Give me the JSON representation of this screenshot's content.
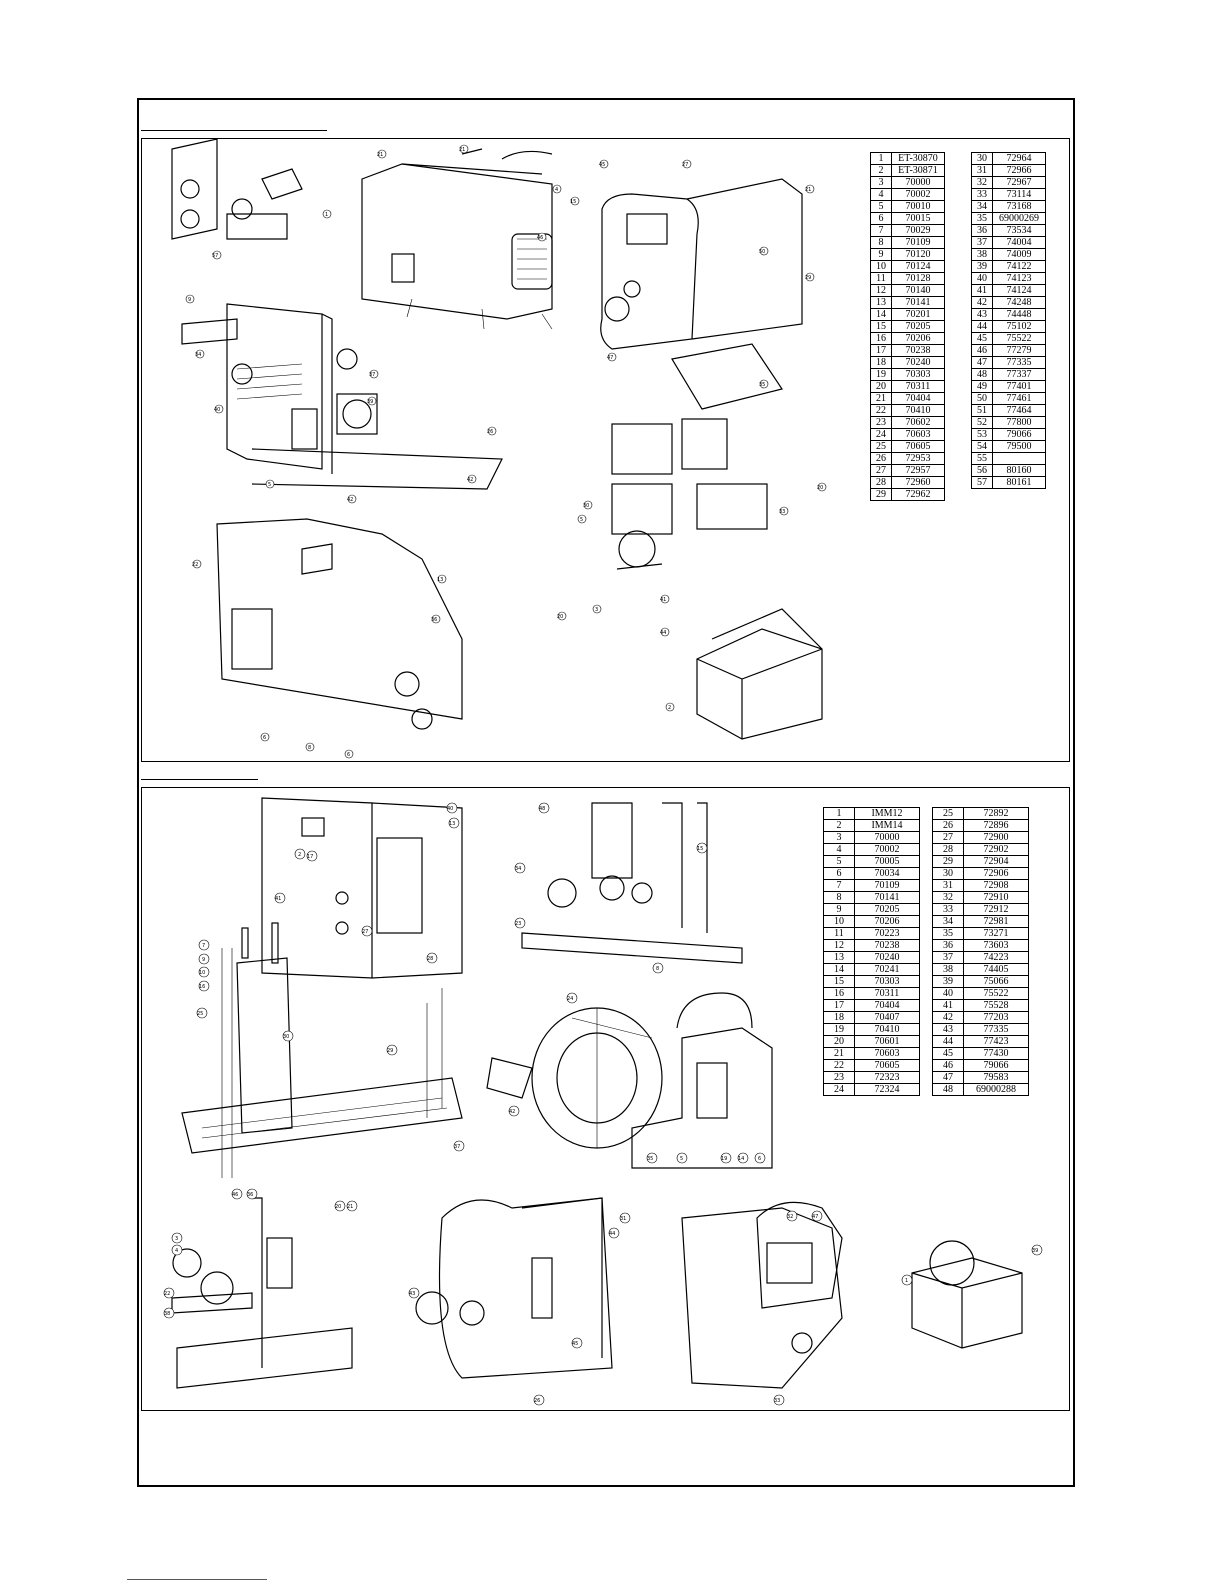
{
  "parts_table_1_left": [
    {
      "no": "1",
      "code": "ET-30870"
    },
    {
      "no": "2",
      "code": "ET-30871"
    },
    {
      "no": "3",
      "code": "70000"
    },
    {
      "no": "4",
      "code": "70002"
    },
    {
      "no": "5",
      "code": "70010"
    },
    {
      "no": "6",
      "code": "70015"
    },
    {
      "no": "7",
      "code": "70029"
    },
    {
      "no": "8",
      "code": "70109"
    },
    {
      "no": "9",
      "code": "70120"
    },
    {
      "no": "10",
      "code": "70124"
    },
    {
      "no": "11",
      "code": "70128"
    },
    {
      "no": "12",
      "code": "70140"
    },
    {
      "no": "13",
      "code": "70141"
    },
    {
      "no": "14",
      "code": "70201"
    },
    {
      "no": "15",
      "code": "70205"
    },
    {
      "no": "16",
      "code": "70206"
    },
    {
      "no": "17",
      "code": "70238"
    },
    {
      "no": "18",
      "code": "70240"
    },
    {
      "no": "19",
      "code": "70303"
    },
    {
      "no": "20",
      "code": "70311"
    },
    {
      "no": "21",
      "code": "70404"
    },
    {
      "no": "22",
      "code": "70410"
    },
    {
      "no": "23",
      "code": "70602"
    },
    {
      "no": "24",
      "code": "70603"
    },
    {
      "no": "25",
      "code": "70605"
    },
    {
      "no": "26",
      "code": "72953"
    },
    {
      "no": "27",
      "code": "72957"
    },
    {
      "no": "28",
      "code": "72960"
    },
    {
      "no": "29",
      "code": "72962"
    }
  ],
  "parts_table_1_right": [
    {
      "no": "30",
      "code": "72964"
    },
    {
      "no": "31",
      "code": "72966"
    },
    {
      "no": "32",
      "code": "72967"
    },
    {
      "no": "33",
      "code": "73114"
    },
    {
      "no": "34",
      "code": "73168"
    },
    {
      "no": "35",
      "code": "69000269"
    },
    {
      "no": "36",
      "code": "73534"
    },
    {
      "no": "37",
      "code": "74004"
    },
    {
      "no": "38",
      "code": "74009"
    },
    {
      "no": "39",
      "code": "74122"
    },
    {
      "no": "40",
      "code": "74123"
    },
    {
      "no": "41",
      "code": "74124"
    },
    {
      "no": "42",
      "code": "74248"
    },
    {
      "no": "43",
      "code": "74448"
    },
    {
      "no": "44",
      "code": "75102"
    },
    {
      "no": "45",
      "code": "75522"
    },
    {
      "no": "46",
      "code": "77279"
    },
    {
      "no": "47",
      "code": "77335"
    },
    {
      "no": "48",
      "code": "77337"
    },
    {
      "no": "49",
      "code": "77401"
    },
    {
      "no": "50",
      "code": "77461"
    },
    {
      "no": "51",
      "code": "77464"
    },
    {
      "no": "52",
      "code": "77800"
    },
    {
      "no": "53",
      "code": "79066"
    },
    {
      "no": "54",
      "code": "79500"
    },
    {
      "no": "55",
      "code": ""
    },
    {
      "no": "56",
      "code": "80160"
    },
    {
      "no": "57",
      "code": "80161"
    }
  ],
  "parts_table_2_left": [
    {
      "no": "1",
      "code": "IMM12"
    },
    {
      "no": "2",
      "code": "IMM14"
    },
    {
      "no": "3",
      "code": "70000"
    },
    {
      "no": "4",
      "code": "70002"
    },
    {
      "no": "5",
      "code": "70005"
    },
    {
      "no": "6",
      "code": "70034"
    },
    {
      "no": "7",
      "code": "70109"
    },
    {
      "no": "8",
      "code": "70141"
    },
    {
      "no": "9",
      "code": "70205"
    },
    {
      "no": "10",
      "code": "70206"
    },
    {
      "no": "11",
      "code": "70223"
    },
    {
      "no": "12",
      "code": "70238"
    },
    {
      "no": "13",
      "code": "70240"
    },
    {
      "no": "14",
      "code": "70241"
    },
    {
      "no": "15",
      "code": "70303"
    },
    {
      "no": "16",
      "code": "70311"
    },
    {
      "no": "17",
      "code": "70404"
    },
    {
      "no": "18",
      "code": "70407"
    },
    {
      "no": "19",
      "code": "70410"
    },
    {
      "no": "20",
      "code": "70601"
    },
    {
      "no": "21",
      "code": "70603"
    },
    {
      "no": "22",
      "code": "70605"
    },
    {
      "no": "23",
      "code": "72323"
    },
    {
      "no": "24",
      "code": "72324"
    }
  ],
  "parts_table_2_right": [
    {
      "no": "25",
      "code": "72892"
    },
    {
      "no": "26",
      "code": "72896"
    },
    {
      "no": "27",
      "code": "72900"
    },
    {
      "no": "28",
      "code": "72902"
    },
    {
      "no": "29",
      "code": "72904"
    },
    {
      "no": "30",
      "code": "72906"
    },
    {
      "no": "31",
      "code": "72908"
    },
    {
      "no": "32",
      "code": "72910"
    },
    {
      "no": "33",
      "code": "72912"
    },
    {
      "no": "34",
      "code": "72981"
    },
    {
      "no": "35",
      "code": "73271"
    },
    {
      "no": "36",
      "code": "73603"
    },
    {
      "no": "37",
      "code": "74223"
    },
    {
      "no": "38",
      "code": "74405"
    },
    {
      "no": "39",
      "code": "75066"
    },
    {
      "no": "40",
      "code": "75522"
    },
    {
      "no": "41",
      "code": "75528"
    },
    {
      "no": "42",
      "code": "77203"
    },
    {
      "no": "43",
      "code": "77335"
    },
    {
      "no": "44",
      "code": "77423"
    },
    {
      "no": "45",
      "code": "77430"
    },
    {
      "no": "46",
      "code": "79066"
    },
    {
      "no": "47",
      "code": "79583"
    },
    {
      "no": "48",
      "code": "69000288"
    }
  ],
  "callouts_1": [
    "1",
    "2",
    "3",
    "4",
    "5",
    "6",
    "7",
    "8",
    "9",
    "10",
    "11",
    "12",
    "13",
    "14",
    "15",
    "16",
    "17",
    "18",
    "19",
    "20",
    "21",
    "22",
    "23",
    "24",
    "25",
    "26",
    "27",
    "28",
    "29",
    "30",
    "31",
    "32",
    "33",
    "34",
    "35",
    "36",
    "37",
    "38",
    "39",
    "40",
    "41",
    "42",
    "43",
    "44",
    "45",
    "46",
    "47",
    "48",
    "49",
    "50",
    "51",
    "52",
    "53",
    "54",
    "55",
    "56",
    "57"
  ],
  "callouts_2": [
    "1",
    "2",
    "3",
    "4",
    "5",
    "6",
    "7",
    "8",
    "9",
    "10",
    "11",
    "12",
    "13",
    "14",
    "15",
    "16",
    "17",
    "18",
    "19",
    "20",
    "21",
    "22",
    "23",
    "24",
    "25",
    "26",
    "27",
    "28",
    "29",
    "30",
    "31",
    "32",
    "33",
    "34",
    "35",
    "36",
    "37",
    "38",
    "39",
    "40",
    "41",
    "42",
    "43",
    "44",
    "45",
    "46",
    "47",
    "48"
  ]
}
